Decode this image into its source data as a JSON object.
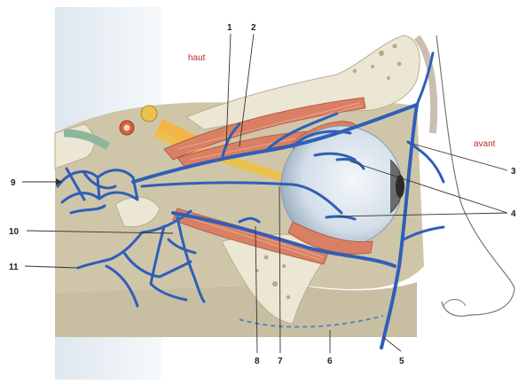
{
  "orientation": {
    "top": "haut",
    "front": "avant"
  },
  "callouts": {
    "c1": "1",
    "c2": "2",
    "c3": "3",
    "c4": "4",
    "c5": "5",
    "c6": "6",
    "c7": "7",
    "c8": "8",
    "c9": "9",
    "c10": "10",
    "c11": "11"
  },
  "colors": {
    "vein": "#2f5fb7",
    "label_red": "#b0302a",
    "bone": "#ece6d4",
    "muscle": "#d98064",
    "fat": "#c9c0a4",
    "globe": "#dfe7ee"
  }
}
